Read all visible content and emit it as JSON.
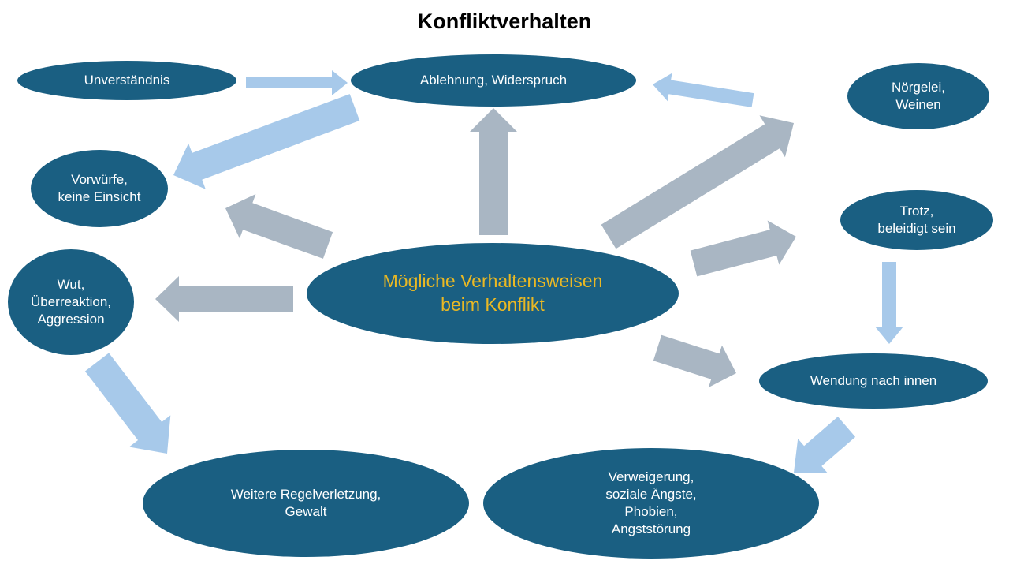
{
  "title": "Konfliktverhalten",
  "colors": {
    "node_fill": "#1a5f82",
    "center_text": "#e9b824",
    "node_text": "#ffffff",
    "arrow_gray": "#a9b6c3",
    "arrow_light_blue": "#a7c9ea"
  },
  "nodes": {
    "center": "Mögliche Verhaltensweisen\nbeim Konflikt",
    "ablehnung": "Ablehnung, Widerspruch",
    "unverstaendnis": "Unverständnis",
    "noergelei": "Nörgelei,\nWeinen",
    "vorwuerfe": "Vorwürfe,\nkeine Einsicht",
    "trotz": "Trotz,\nbeleidigt sein",
    "wut": "Wut,\nÜberreaktion,\nAggression",
    "wendung": "Wendung nach innen",
    "regelverletzung": "Weitere Regelverletzung,\nGewalt",
    "verweigerung": "Verweigerung,\nsoziale Ängste,\nPhobien,\nAngststörung"
  },
  "edges": [
    {
      "from": "center",
      "to": "ablehnung",
      "style": "gray"
    },
    {
      "from": "center",
      "to": "vorwuerfe",
      "style": "gray"
    },
    {
      "from": "center",
      "to": "wut",
      "style": "gray"
    },
    {
      "from": "center",
      "to": "noergelei",
      "style": "gray"
    },
    {
      "from": "center",
      "to": "trotz",
      "style": "gray"
    },
    {
      "from": "center",
      "to": "wendung",
      "style": "gray"
    },
    {
      "from": "unverstaendnis",
      "to": "ablehnung",
      "style": "light-blue"
    },
    {
      "from": "ablehnung",
      "to": "vorwuerfe",
      "style": "light-blue"
    },
    {
      "from": "noergelei",
      "to": "ablehnung",
      "style": "light-blue"
    },
    {
      "from": "trotz",
      "to": "wendung",
      "style": "light-blue"
    },
    {
      "from": "wut",
      "to": "regelverletzung",
      "style": "light-blue"
    },
    {
      "from": "wendung",
      "to": "verweigerung",
      "style": "light-blue"
    }
  ]
}
